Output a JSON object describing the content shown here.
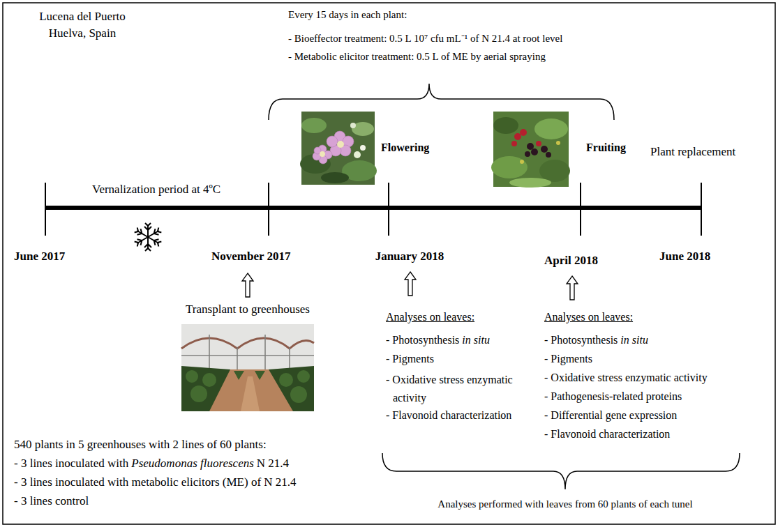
{
  "diagram": {
    "labels": [
      "Lucena del Puerto",
      "Huelva, Spain",
      "Every 15 days in each plant:",
      "- Bioeffector treatment: 0.5 L 10⁷ cfu mL⁻¹ of N 21.4 at root level",
      "- Metabolic elicitor treatment: 0.5 L of ME by aerial spraying",
      "Flowering",
      "Fruiting",
      "Plant replacement",
      "Vernalization period at 4ºC",
      "June 2017",
      "November 2017",
      "January 2018",
      "April 2018",
      "June 2018",
      "Transplant to greenhouses",
      "540 plants in 5 greenhouses with 2 lines of 60 plants:",
      "- 3 lines inoculated with",
      "Pseudomonas fluorescens",
      "N 21.4",
      "- 3 lines inoculated with metabolic elicitors (ME) of N 21.4",
      "- 3 lines control",
      "Analyses on leaves:",
      "- Photosynthesis",
      "in situ",
      "- Pigments",
      "- Oxidative stress enzymatic activity",
      "- Flavonoid characterization",
      "Analyses on leaves:",
      "- Photosynthesis",
      "in situ",
      "- Pigments",
      "- Oxidative stress enzymatic activity",
      "- Pathogenesis-related proteins",
      "- Differential gene expression",
      "- Flavonoid characterization",
      "Analyses performed with leaves from 60 plants of each tunel"
    ]
  }
}
